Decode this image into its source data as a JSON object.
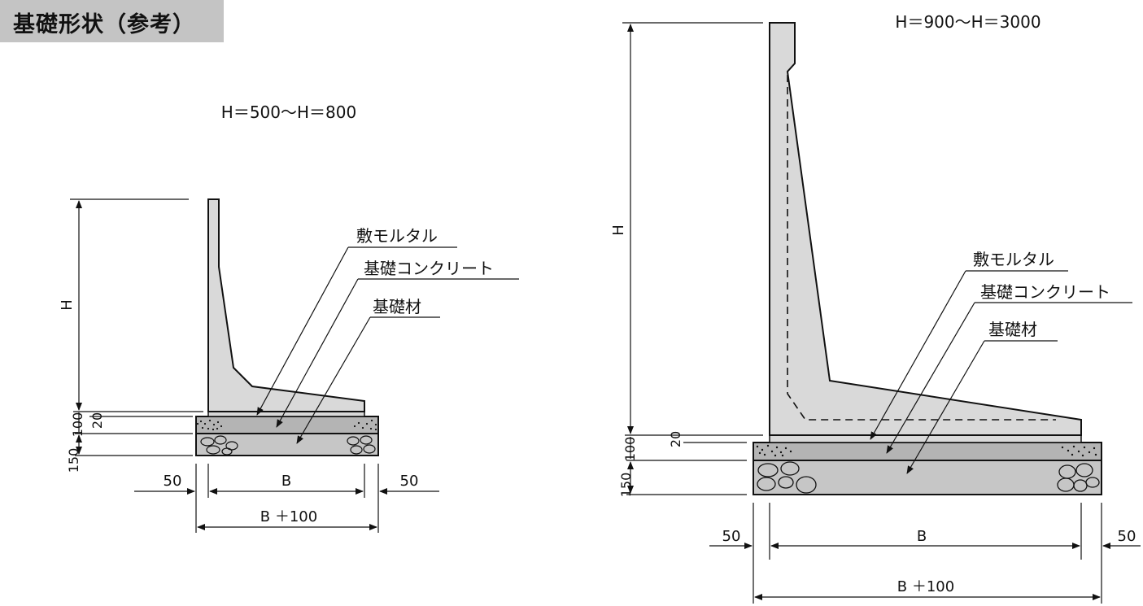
{
  "title": "基礎形状（参考）",
  "colors": {
    "wall": "#d9d9d9",
    "mortar": "#d9d9d9",
    "concrete": "#b4b4b4",
    "base": "#c6c6c6",
    "title_bg": "#c4c4c4",
    "line": "#111111"
  },
  "left": {
    "heading": "H＝500〜H＝800",
    "label_h": "H",
    "dim_100": "100",
    "dim_20": "20",
    "dim_150": "150",
    "dim_50_left": "50",
    "dim_b": "B",
    "dim_50_right": "50",
    "dim_b100": "B ＋100",
    "callout_mortar": "敷モルタル",
    "callout_concrete": "基礎コンクリート",
    "callout_base": "基礎材"
  },
  "right": {
    "heading": "H＝900〜H＝3000",
    "label_h": "H",
    "dim_100": "100",
    "dim_20": "20",
    "dim_150": "150",
    "dim_50_left": "50",
    "dim_b": "B",
    "dim_50_right": "50",
    "dim_b100": "B ＋100",
    "callout_mortar": "敷モルタル",
    "callout_concrete": "基礎コンクリート",
    "callout_base": "基礎材"
  }
}
